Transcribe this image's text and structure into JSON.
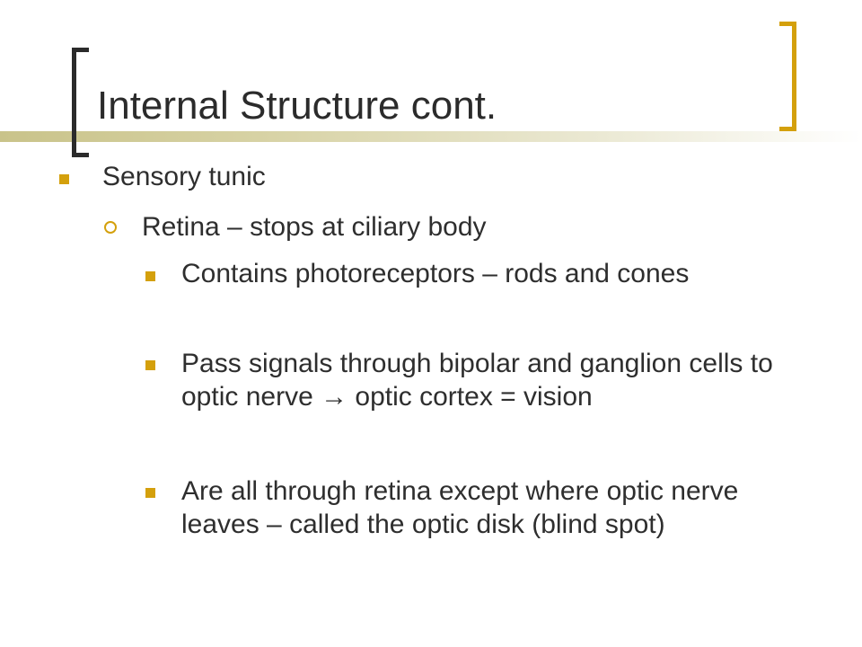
{
  "slide": {
    "title": "Internal Structure cont.",
    "bullets": [
      {
        "level": 1,
        "text": "Sensory tunic"
      },
      {
        "level": 2,
        "text": "Retina – stops at ciliary body"
      },
      {
        "level": 3,
        "text": "Contains photoreceptors – rods and cones"
      },
      {
        "level": 3,
        "text": "Pass signals through bipolar and ganglion cells to optic nerve → optic cortex = vision"
      },
      {
        "level": 3,
        "text": "Are all through retina except where optic nerve leaves – called the optic disk (blind spot)"
      }
    ]
  },
  "colors": {
    "accent": "#d4a00c",
    "text": "#2e2e2e",
    "title_band": "#c9c38a"
  }
}
